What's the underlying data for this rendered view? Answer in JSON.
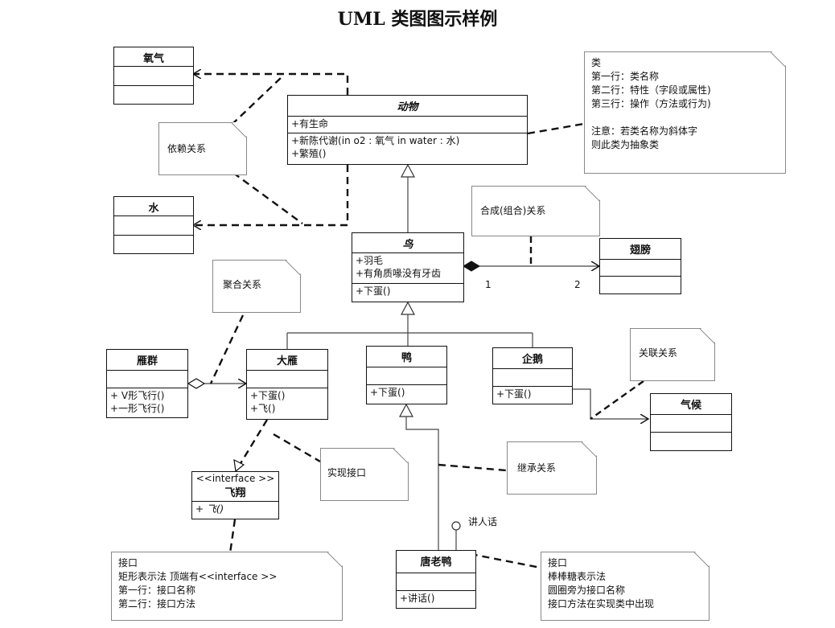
{
  "title": "UML 类图图示样例",
  "classes": {
    "oxygen": {
      "name": "氧气"
    },
    "water": {
      "name": "水"
    },
    "animal": {
      "name": "动物",
      "attributes": [
        "+有生命"
      ],
      "operations": [
        "+新陈代谢(in o2 : 氧气  in water : 水)",
        "+繁殖()"
      ]
    },
    "bird": {
      "name": "鸟",
      "attributes": [
        "+羽毛",
        "+有角质喙没有牙齿"
      ],
      "operations": [
        "+下蛋()"
      ]
    },
    "wing": {
      "name": "翅膀"
    },
    "goose_flock": {
      "name": "雁群",
      "operations": [
        "+ V形飞行()",
        "+一形飞行()"
      ]
    },
    "goose": {
      "name": "大雁",
      "operations": [
        "+下蛋()",
        "+飞()"
      ]
    },
    "duck": {
      "name": "鸭",
      "operations": [
        "+下蛋()"
      ]
    },
    "penguin": {
      "name": "企鹅",
      "operations": [
        "+下蛋()"
      ]
    },
    "climate": {
      "name": "气候"
    },
    "fly_interface": {
      "stereotype": "<<interface >>",
      "name": "飞翔",
      "operations": [
        "+ 飞()"
      ]
    },
    "donald": {
      "name": "唐老鸭",
      "operations": [
        "+讲话()"
      ]
    }
  },
  "notes": {
    "class_note": [
      "类",
      "第一行：类名称",
      "第二行：特性（字段或属性)",
      "第三行：操作（方法或行为)",
      "",
      "注意：若类名称为斜体字",
      "则此类为抽象类"
    ],
    "dependency": "依赖关系",
    "composition": "合成(组合)关系",
    "aggregation": "聚合关系",
    "association": "关联关系",
    "realization": "实现接口",
    "inheritance": "继承关系",
    "interface_rect": [
      "接口",
      "矩形表示法  顶端有<<interface >>",
      "第一行：接口名称",
      "第二行：接口方法"
    ],
    "interface_lollipop": [
      "接口",
      "棒棒糖表示法",
      "圆圈旁为接口名称",
      "接口方法在实现类中出现"
    ]
  },
  "labels": {
    "multiplicity_1": "1",
    "multiplicity_2": "2",
    "lollipop_name": "讲人话"
  }
}
